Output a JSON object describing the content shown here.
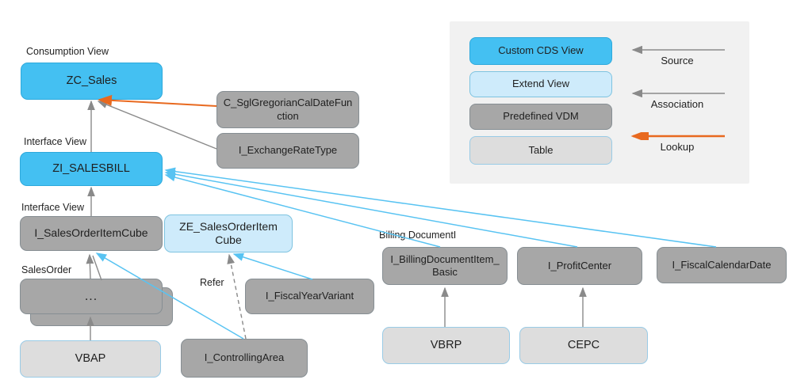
{
  "labels": {
    "consumption_view": "Consumption View",
    "interface_view_top": "Interface View",
    "interface_view_bottom": "Interface View",
    "sales_order": "SalesOrder",
    "refer": "Refer",
    "billing_document": "Billing DocumentI"
  },
  "nodes": {
    "zc_sales": "ZC_Sales",
    "c_sgl_gregorian_cal_date_function": "C_SglGregorianCalDateFunction",
    "i_exchange_rate_type": "I_ExchangeRateType",
    "zi_salesbill": "ZI_SALESBILL",
    "i_sales_order_item_cube": "I_SalesOrderItemCube",
    "ze_sales_order_item_cube": "ZE_SalesOrderItemCube",
    "stack_ellipsis": "...",
    "vbap": "VBAP",
    "i_fiscal_year_variant": "I_FiscalYearVariant",
    "i_controlling_area": "I_ControllingArea",
    "i_billing_document_item_basic": "I_BillingDocumentItem_Basic",
    "i_profit_center": "I_ProfitCenter",
    "i_fiscal_calendar_date": "I_FiscalCalendarDate",
    "vbrp": "VBRP",
    "cepc": "CEPC"
  },
  "legend": {
    "items": [
      {
        "label": "Custom CDS View",
        "type": "custom-cds-view"
      },
      {
        "label": "Extend View",
        "type": "extend-view"
      },
      {
        "label": "Predefined VDM",
        "type": "predefined-vdm"
      },
      {
        "label": "Table",
        "type": "table"
      }
    ],
    "arrows": [
      {
        "label": "Source",
        "color": "#8A8A8A"
      },
      {
        "label": "Association",
        "color": "#8A8A8A"
      },
      {
        "label": "Lookup",
        "color": "#E8691F"
      }
    ]
  },
  "colors": {
    "custom_cds_view_fill": "#44C0F2",
    "extend_view_fill": "#CEEBFB",
    "predefined_vdm_fill": "#A7A7A7",
    "table_fill": "#DDDDDD",
    "legend_panel": "#F1F1F1",
    "edge_gray": "#8A8A8A",
    "edge_blue": "#58C3F2",
    "edge_orange": "#E8691F"
  }
}
